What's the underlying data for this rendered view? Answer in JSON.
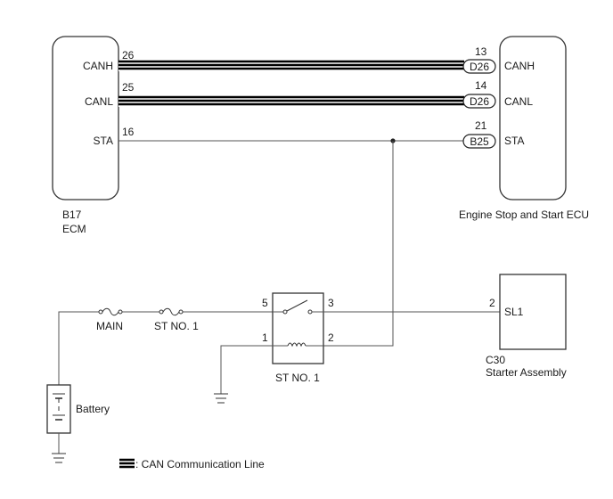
{
  "ecm": {
    "code": "B17",
    "name": "ECM",
    "pins": [
      {
        "num": "26",
        "name": "CANH"
      },
      {
        "num": "25",
        "name": "CANL"
      },
      {
        "num": "16",
        "name": "STA"
      }
    ]
  },
  "ecu": {
    "name": "Engine Stop and Start ECU",
    "pins": [
      {
        "num": "13",
        "connector": "D26",
        "name": "CANH"
      },
      {
        "num": "14",
        "connector": "D26",
        "name": "CANL"
      },
      {
        "num": "21",
        "connector": "B25",
        "name": "STA"
      }
    ]
  },
  "fuses": {
    "main": "MAIN",
    "st_no1": "ST NO. 1"
  },
  "relay": {
    "name": "ST NO. 1",
    "pins": {
      "p5": "5",
      "p3": "3",
      "p1": "1",
      "p2": "2"
    }
  },
  "starter": {
    "code": "C30",
    "name": "Starter Assembly",
    "pin_num": "2",
    "pin_name": "SL1"
  },
  "battery": {
    "label": "Battery"
  },
  "legend": {
    "label": ": CAN Communication Line"
  }
}
